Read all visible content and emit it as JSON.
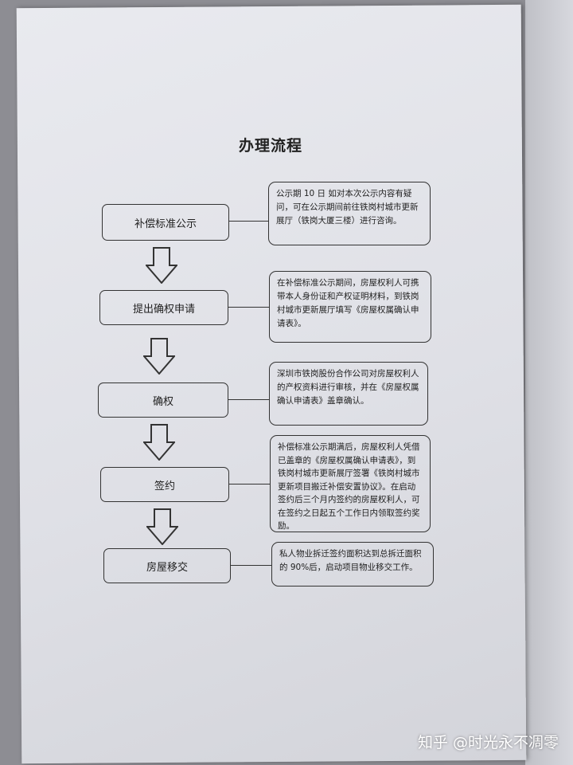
{
  "document": {
    "title": "办理流程",
    "steps": [
      {
        "label": "补偿标准公示",
        "note": "公示期 10 日 如对本次公示内容有疑问，可在公示期间前往铁岗村城市更新展厅（铁岗大厦三楼）进行咨询。"
      },
      {
        "label": "提出确权申请",
        "note": "在补偿标准公示期间，房屋权利人可携带本人身份证和产权证明材料，到铁岗村城市更新展厅填写《房屋权属确认申请表》。"
      },
      {
        "label": "确权",
        "note": "深圳市铁岗股份合作公司对房屋权利人的产权资料进行审核，并在《房屋权属确认申请表》盖章确认。"
      },
      {
        "label": "签约",
        "note": "补偿标准公示期满后，房屋权利人凭借已盖章的《房屋权属确认申请表》，到铁岗村城市更新展厅签署《铁岗村城市更新项目搬迁补偿安置协议》。在启动签约后三个月内签约的房屋权利人，可在签约之日起五个工作日内领取签约奖励。"
      },
      {
        "label": "房屋移交",
        "note": "私人物业拆迁签约面积达到总拆迁面积的 90%后，启动项目物业移交工作。"
      }
    ]
  },
  "watermark": "知乎 @时光永不凋零",
  "icons": {
    "arrow": "down-arrow-icon"
  }
}
